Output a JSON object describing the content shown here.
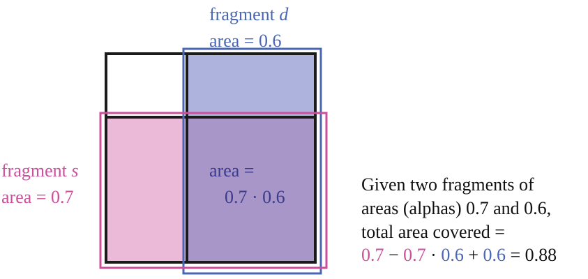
{
  "fragment_d": {
    "title_prefix": "fragment ",
    "title_var": "d",
    "area_text": "area = 0.6",
    "color": "#4a66b4",
    "fill": "#adb3dd"
  },
  "fragment_s": {
    "title_prefix": "fragment ",
    "title_var": "s",
    "area_text": "area = 0.7",
    "color": "#cc4f9c",
    "fill": "#ebbad8"
  },
  "overlap": {
    "line1": "area =",
    "line2": "0.7 · 0.6",
    "color": "#3b3b8e",
    "fill": "#a796c7"
  },
  "caption": {
    "line1": "Given two fragments of",
    "line2": "areas (alphas) 0.7 and 0.6,",
    "line3": "total area covered =",
    "formula": {
      "s1": "0.7",
      "op1": " − ",
      "s2": "0.7",
      "dot": " · ",
      "d1": "0.6",
      "op2": " + ",
      "d2": "0.6",
      "result": " = 0.88"
    }
  }
}
